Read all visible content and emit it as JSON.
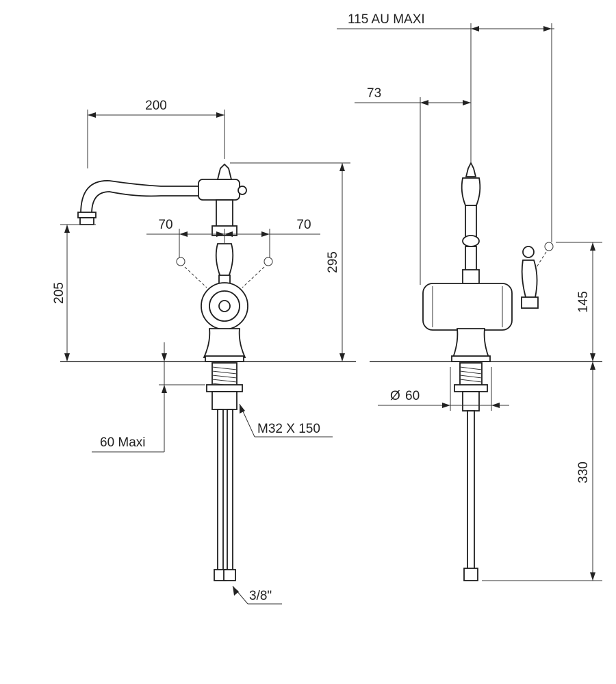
{
  "drawing": {
    "dimensions": {
      "spout_reach": "200",
      "handle_spacing_left": "70",
      "handle_spacing_right": "70",
      "spout_height": "205",
      "total_height": "295",
      "deck_thickness": "60 Maxi",
      "thread": "M32 X 150",
      "connection": "3/8\"",
      "side_body_offset": "73",
      "side_handle_max": "115 AU MAXI",
      "handle_height": "145",
      "base_diameter": "60",
      "hose_length": "330"
    },
    "symbols": {
      "diameter": "Ø"
    }
  }
}
